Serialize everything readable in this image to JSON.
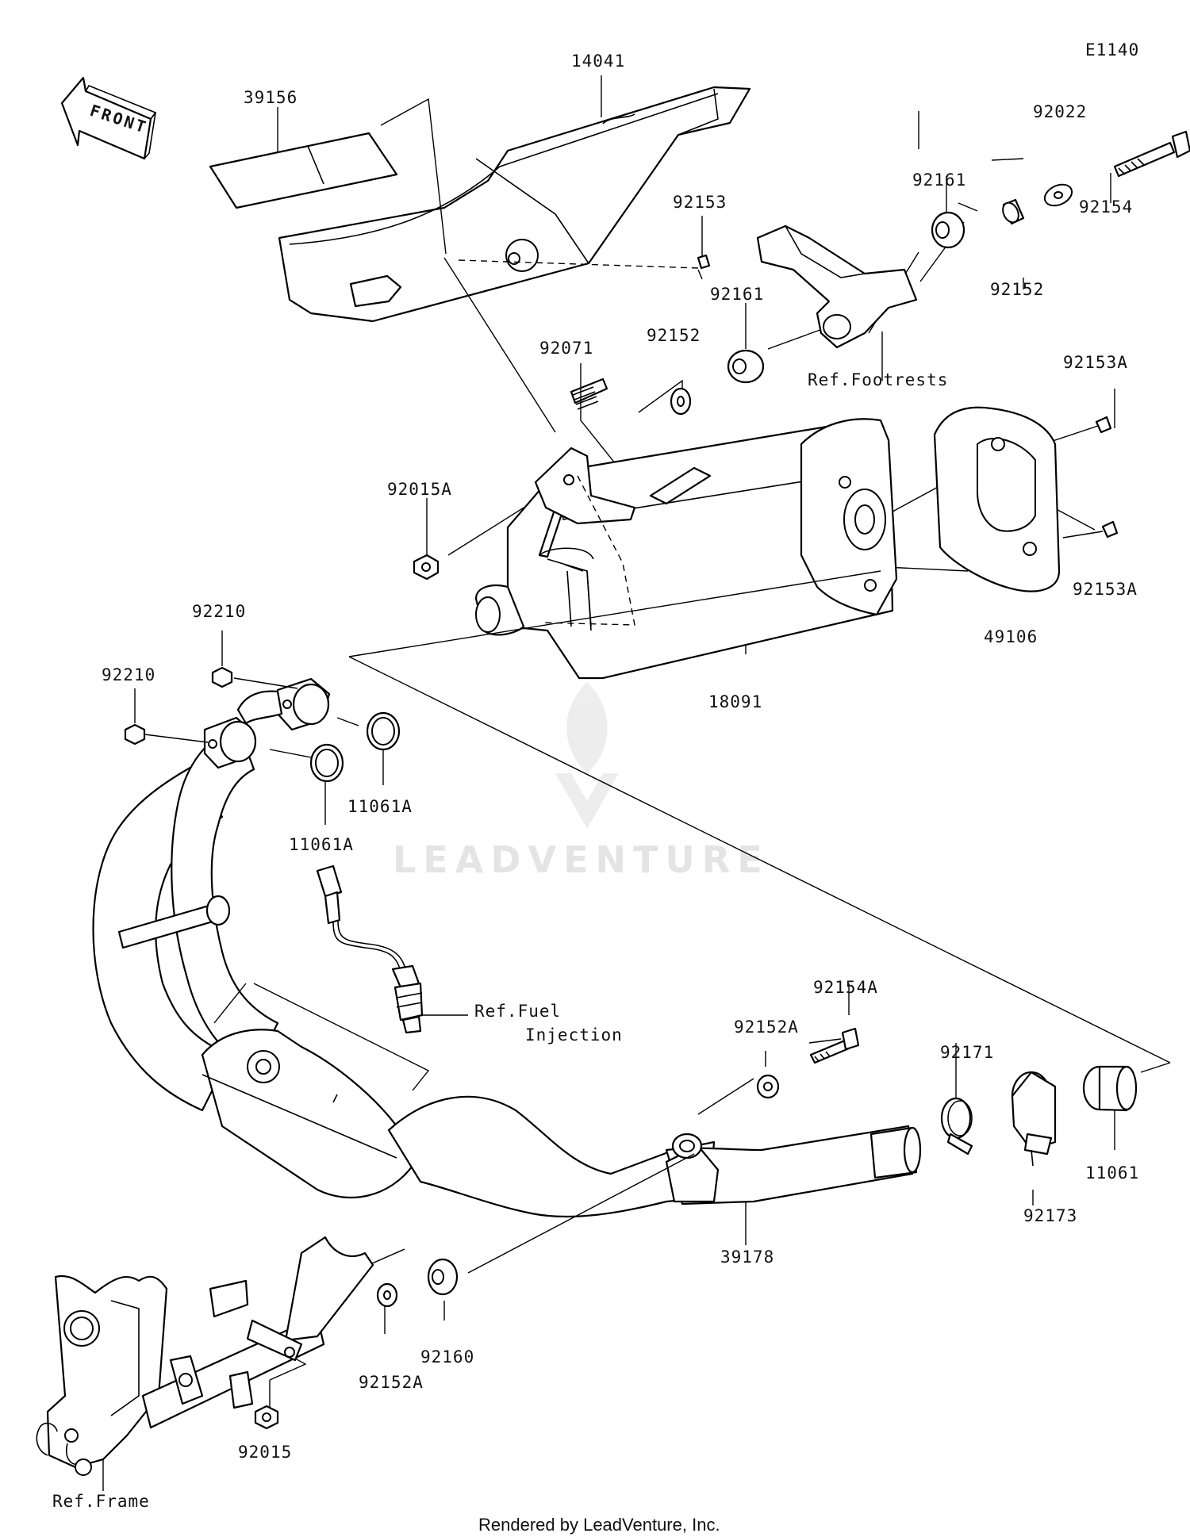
{
  "diagram_code": "E1140",
  "front_label": "FRONT",
  "watermark": "LEADVENTURE",
  "footer": "Rendered by LeadVenture, Inc.",
  "parts": {
    "p14041": "14041",
    "p39156": "39156",
    "p92022": "92022",
    "p92161_top": "92161",
    "p92154": "92154",
    "p92153": "92153",
    "p92152_right": "92152",
    "p92161_mid": "92161",
    "p92152_mid": "92152",
    "p92071": "92071",
    "p92153A_top": "92153A",
    "p92015A": "92015A",
    "p92153A_bottom": "92153A",
    "p49106": "49106",
    "p18091": "18091",
    "p92210_upper": "92210",
    "p92210_left": "92210",
    "p11061A_right": "11061A",
    "p11061A_left": "11061A",
    "p92154A": "92154A",
    "p92152A_upper": "92152A",
    "p92171": "92171",
    "p11061": "11061",
    "p92173": "92173",
    "p39178": "39178",
    "p92160": "92160",
    "p92152A_lower": "92152A",
    "p92015": "92015"
  },
  "refs": {
    "footrests": "Ref.Footrests",
    "fuel_line1": "Ref.Fuel",
    "fuel_line2": "Injection",
    "frame": "Ref.Frame"
  }
}
